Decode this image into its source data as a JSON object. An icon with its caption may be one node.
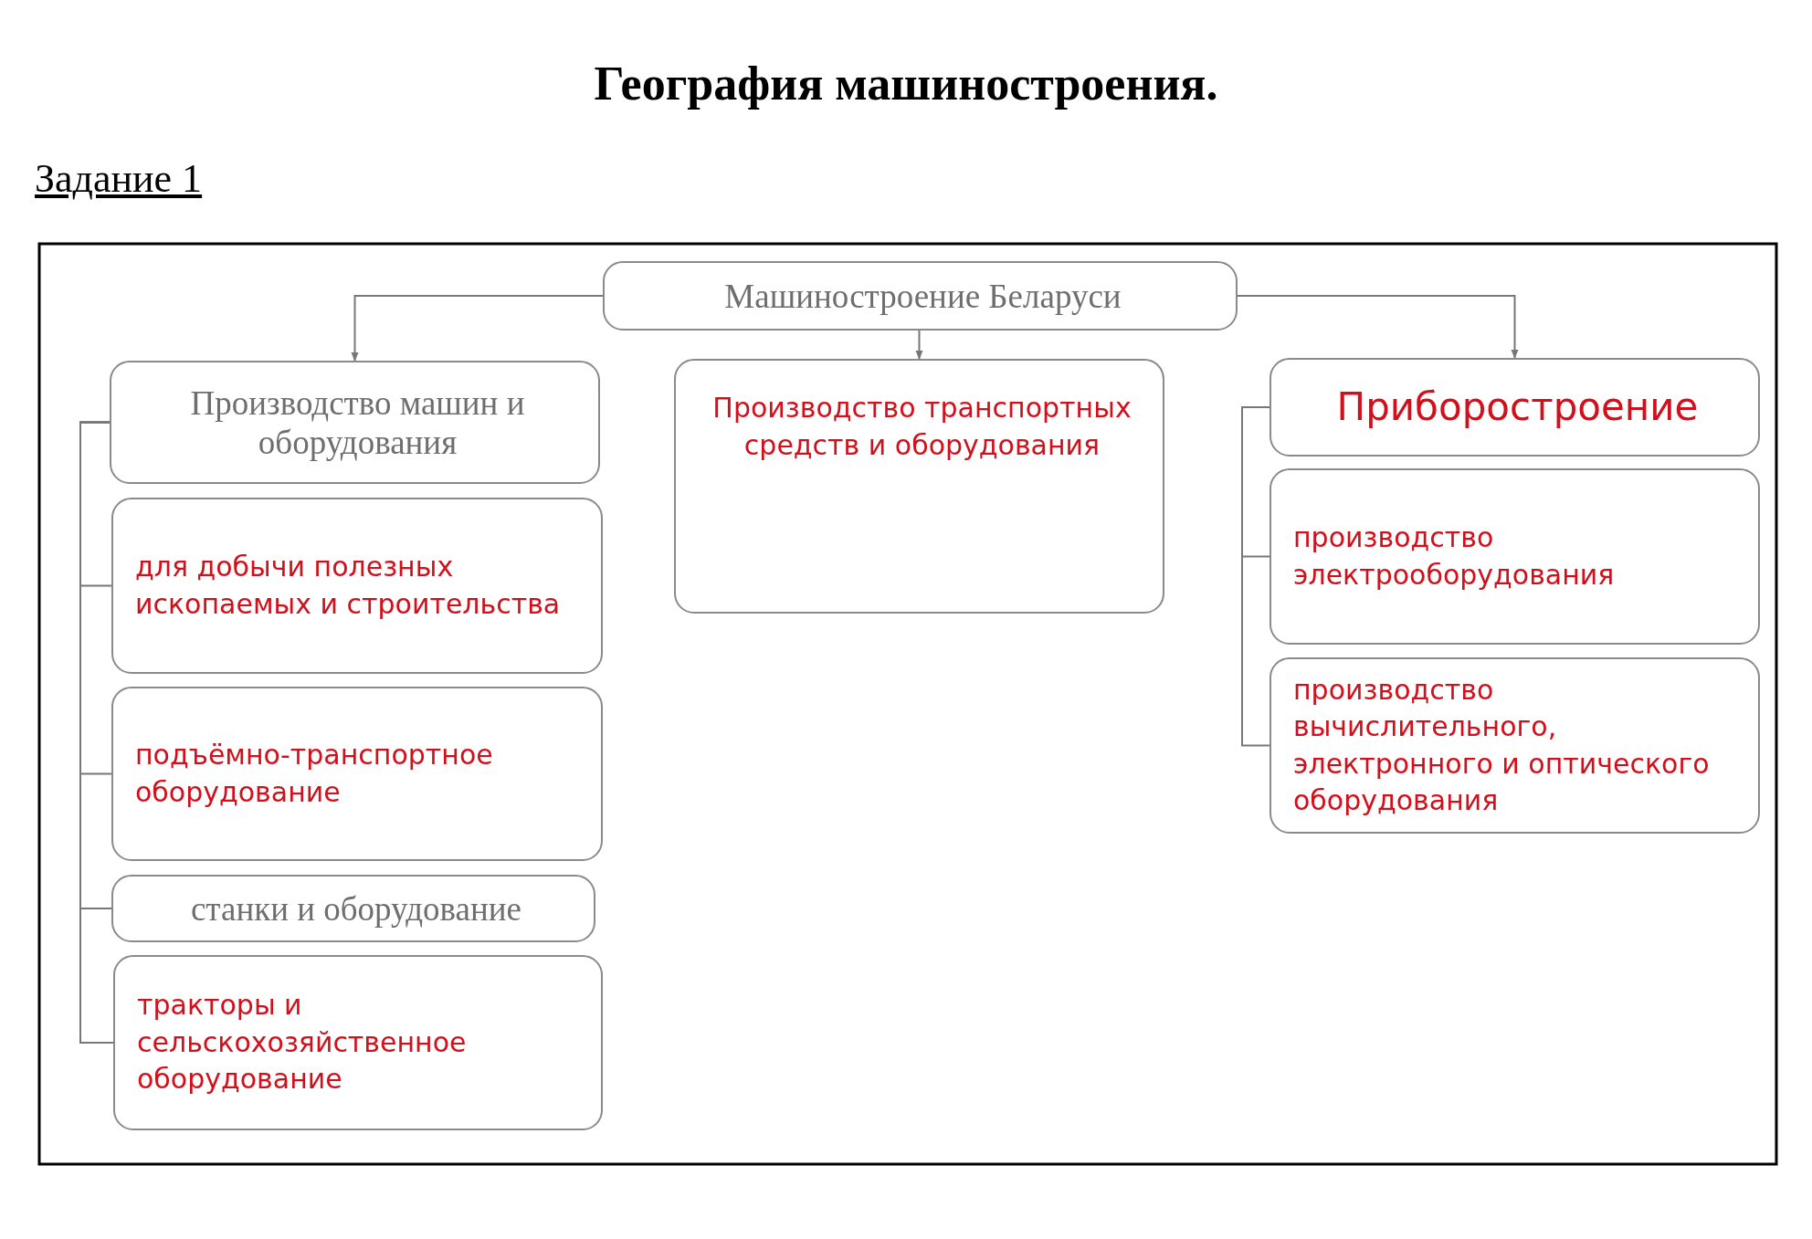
{
  "diagram": {
    "title": "География машиностроения.",
    "nodes": [
      {
        "text": [
          "Машиностроение Беларуси"
        ]
      },
      {
        "text": [
          "Производство машин и оборудования"
        ]
      },
      {
        "text": [
          "Производство транспортных средств и оборудования"
        ]
      },
      {
        "text": [
          "Приборостроение"
        ]
      },
      {
        "text": [
          "для добычи полезных ископаемых и строительства"
        ]
      },
      {
        "text": [
          "подъёмно-транспортное оборудование"
        ]
      },
      {
        "text": [
          "станки и оборудование"
        ]
      },
      {
        "text": [
          "тракторы и сельскохозяйственное оборудование"
        ]
      },
      {
        "text": [
          "производство электрооборудования"
        ]
      },
      {
        "text": [
          "производство вычислительного, электронного и оптического оборудования"
        ]
      }
    ],
    "edges": [
      {
        "from": 0,
        "to": 1,
        "arrow": "to"
      },
      {
        "from": 0,
        "to": 2,
        "arrow": "to"
      },
      {
        "from": 0,
        "to": 3,
        "arrow": "to"
      },
      {
        "from": 1,
        "to": 4,
        "arrow": "none"
      },
      {
        "from": 1,
        "to": 5,
        "arrow": "none"
      },
      {
        "from": 1,
        "to": 6,
        "arrow": "none"
      },
      {
        "from": 1,
        "to": 7,
        "arrow": "none"
      },
      {
        "from": 3,
        "to": 8,
        "arrow": "none"
      },
      {
        "from": 3,
        "to": 9,
        "arrow": "none"
      }
    ],
    "labels": [
      "Задание 1"
    ]
  }
}
